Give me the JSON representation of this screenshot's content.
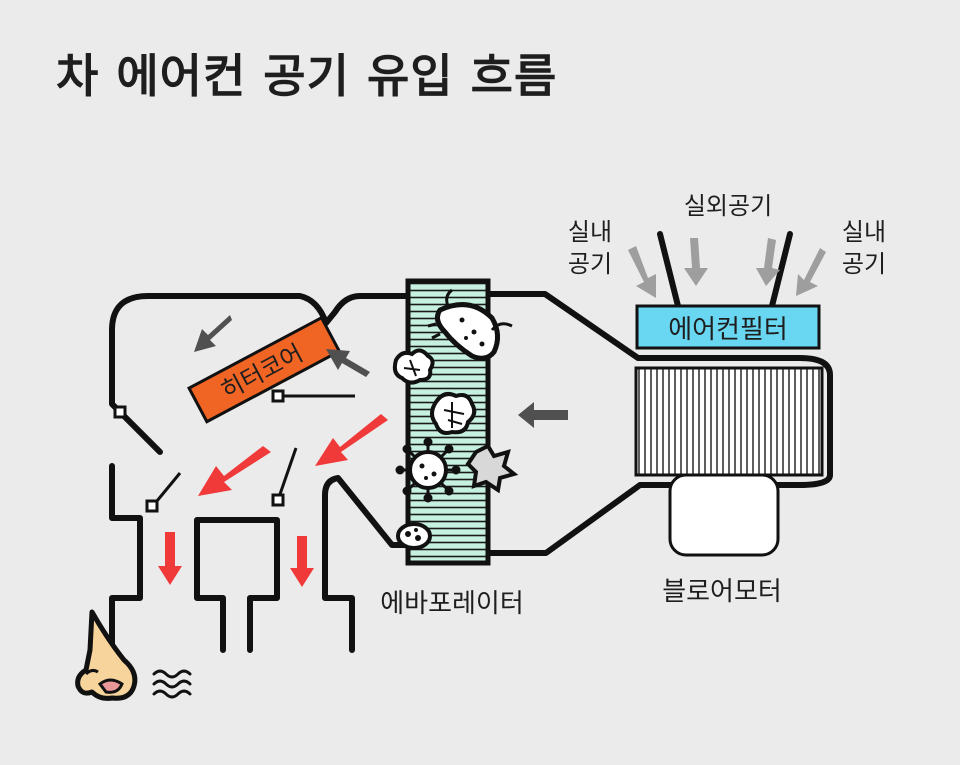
{
  "title": "차 에어컨 공기 유입 흐름",
  "labels": {
    "indoor_air_left": [
      "실내",
      "공기"
    ],
    "outdoor_air": "실외공기",
    "indoor_air_right": [
      "실내",
      "공기"
    ],
    "aircon_filter": "에어컨필터",
    "heater_core": "히터코어",
    "evaporator": "에바포레이터",
    "blower_motor": "블로어모터"
  },
  "colors": {
    "background": "#ebebeb",
    "duct_line": "#111111",
    "evaporator_fill": "#c6f0df",
    "filter_fill": "#6ad7f2",
    "heater_fill": "#f06424",
    "red_arrow": "#f03a3a",
    "gray_arrow": "#505050",
    "intake_arrow": "#9e9e9e",
    "nose_skin": "#f7d49c"
  },
  "icons": [
    "bacteria-icon",
    "mold-spore-icon",
    "virus-icon",
    "nose-icon",
    "odor-wave-icon"
  ]
}
